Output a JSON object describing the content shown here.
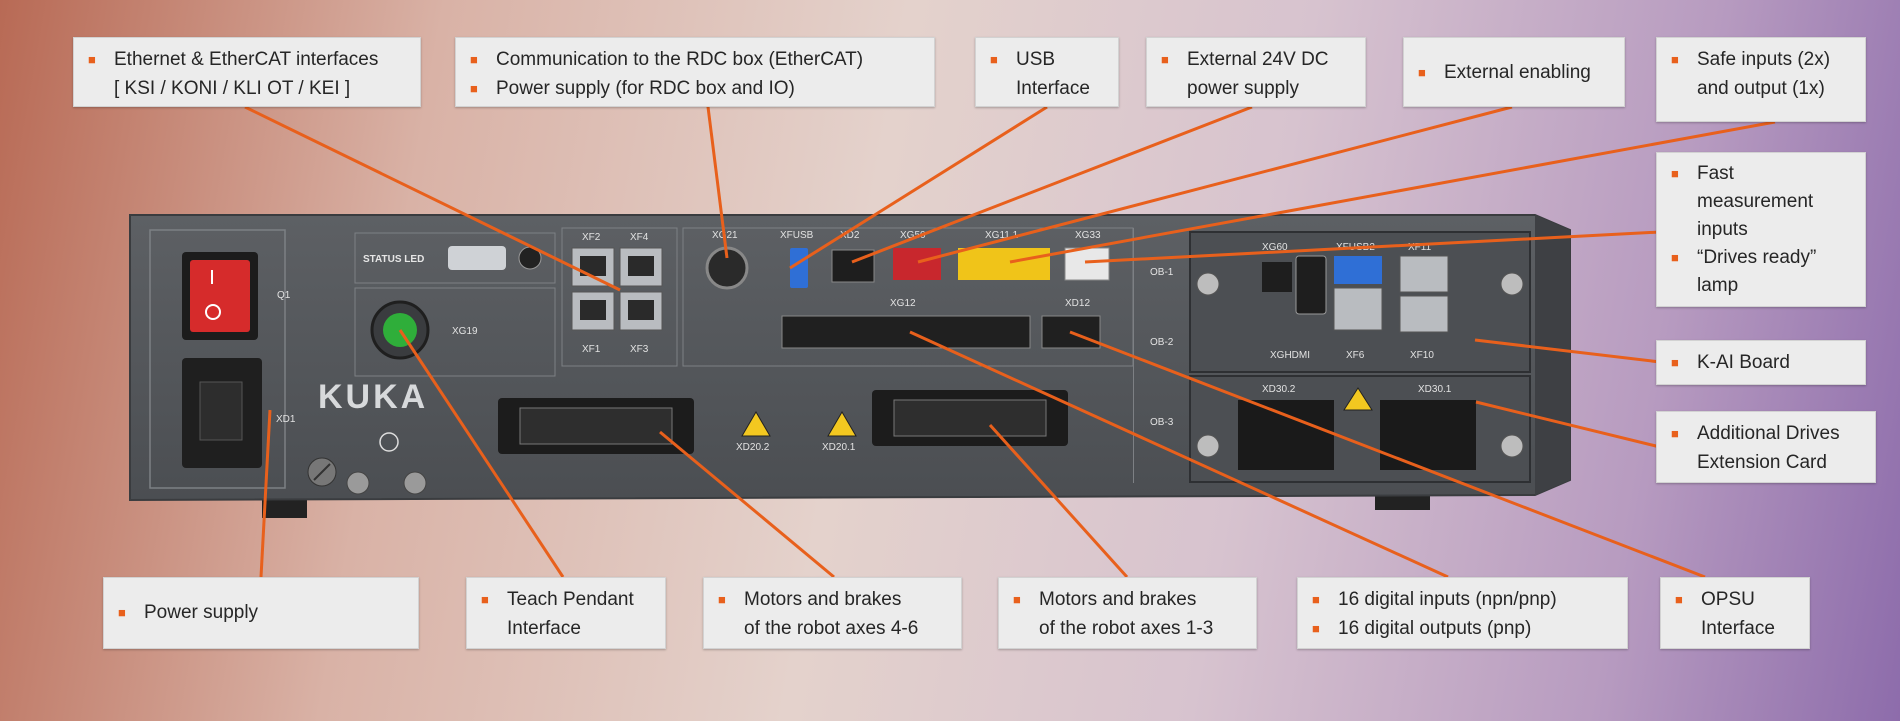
{
  "colors": {
    "accent": "#e8601c",
    "panel": "#54575b",
    "box": "#ececec"
  },
  "callouts": {
    "ethernet": {
      "line1": "Ethernet & EtherCAT interfaces",
      "line2": "[ KSI / KONI / KLI OT / KEI ]"
    },
    "rdc": {
      "line1": "Communication to the RDC box (EtherCAT)",
      "line2": "Power supply (for RDC box and IO)"
    },
    "usb": {
      "line1": "USB",
      "line2": "Interface"
    },
    "ext24": {
      "line1": "External 24V DC",
      "line2": "power supply"
    },
    "ext_enabling": {
      "line1": "External enabling"
    },
    "safe": {
      "line1": "Safe inputs (2x)",
      "line2": "and output (1x)"
    },
    "fast": {
      "line1": "Fast",
      "line2": "measurement",
      "line3": "inputs",
      "line4": "“Drives ready”",
      "line5": "lamp"
    },
    "kai": {
      "line1": "K-AI Board"
    },
    "drives_ext": {
      "line1": "Additional Drives",
      "line2": "Extension Card"
    },
    "power": {
      "line1": "Power supply"
    },
    "teach": {
      "line1": "Teach Pendant",
      "line2": "Interface"
    },
    "motors46": {
      "line1": "Motors and brakes",
      "line2": "of the robot axes 4-6"
    },
    "motors13": {
      "line1": "Motors and brakes",
      "line2": "of the robot axes 1-3"
    },
    "digital": {
      "line1": "16 digital inputs (npn/pnp)",
      "line2": "16 digital outputs (pnp)"
    },
    "opsu": {
      "line1": "OPSU",
      "line2": "Interface"
    }
  },
  "unit": {
    "brand": "KUKA",
    "status_led": "STATUS LED",
    "labels": {
      "q1": "Q1",
      "xd1": "XD1",
      "xg19": "XG19",
      "xf2": "XF2",
      "xf4": "XF4",
      "xf1": "XF1",
      "xf3": "XF3",
      "xg21": "XG21",
      "xfusb": "XFUSB",
      "xd2": "XD2",
      "xg50": "XG50",
      "xg11": "XG11.1",
      "xg33": "XG33",
      "xg12": "XG12",
      "xd12": "XD12",
      "xd202": "XD20.2",
      "xd201": "XD20.1",
      "ob1": "OB-1",
      "ob2": "OB-2",
      "ob3": "OB-3",
      "xg60": "XG60",
      "xfusb2": "XFUSB2",
      "xf11": "XF11",
      "xghdmi": "XGHDMI",
      "xf6": "XF6",
      "xf10": "XF10",
      "xd302": "XD30.2",
      "xd301": "XD30.1"
    }
  }
}
